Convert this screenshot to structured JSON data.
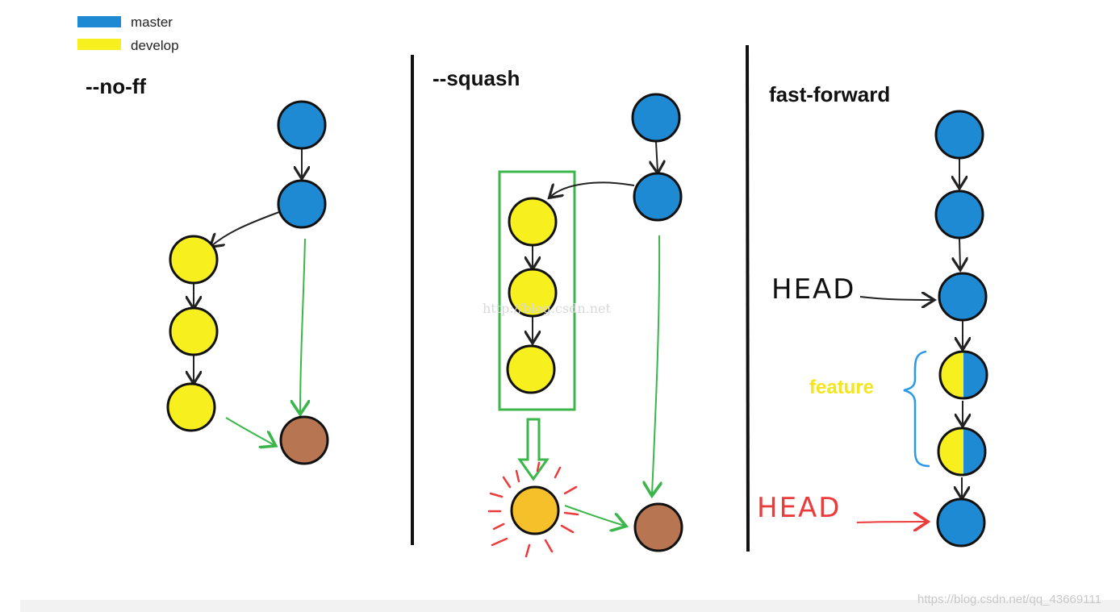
{
  "legend": [
    {
      "label": "master",
      "color": "#1f8ad4"
    },
    {
      "label": "develop",
      "color": "#f7f01e"
    }
  ],
  "sections": {
    "no_ff": {
      "title": "--no-ff"
    },
    "squash": {
      "title": "--squash"
    },
    "fast_forward": {
      "title": "fast-forward"
    }
  },
  "annotations": {
    "head_black": "HEAD",
    "head_red": "HEAD",
    "feature": "feature"
  },
  "watermarks": {
    "center": "http://blog.csdn.net",
    "corner": "https://blog.csdn.net/qq_43669111"
  },
  "colors": {
    "master": "#1f8ad4",
    "develop": "#f7f01e",
    "merge_commit": "#b87552",
    "squash_commit": "#f6c02a",
    "green_arrow": "#3cb54a",
    "red_mark": "#ec3b3b",
    "bracket": "#2b9ae6"
  }
}
